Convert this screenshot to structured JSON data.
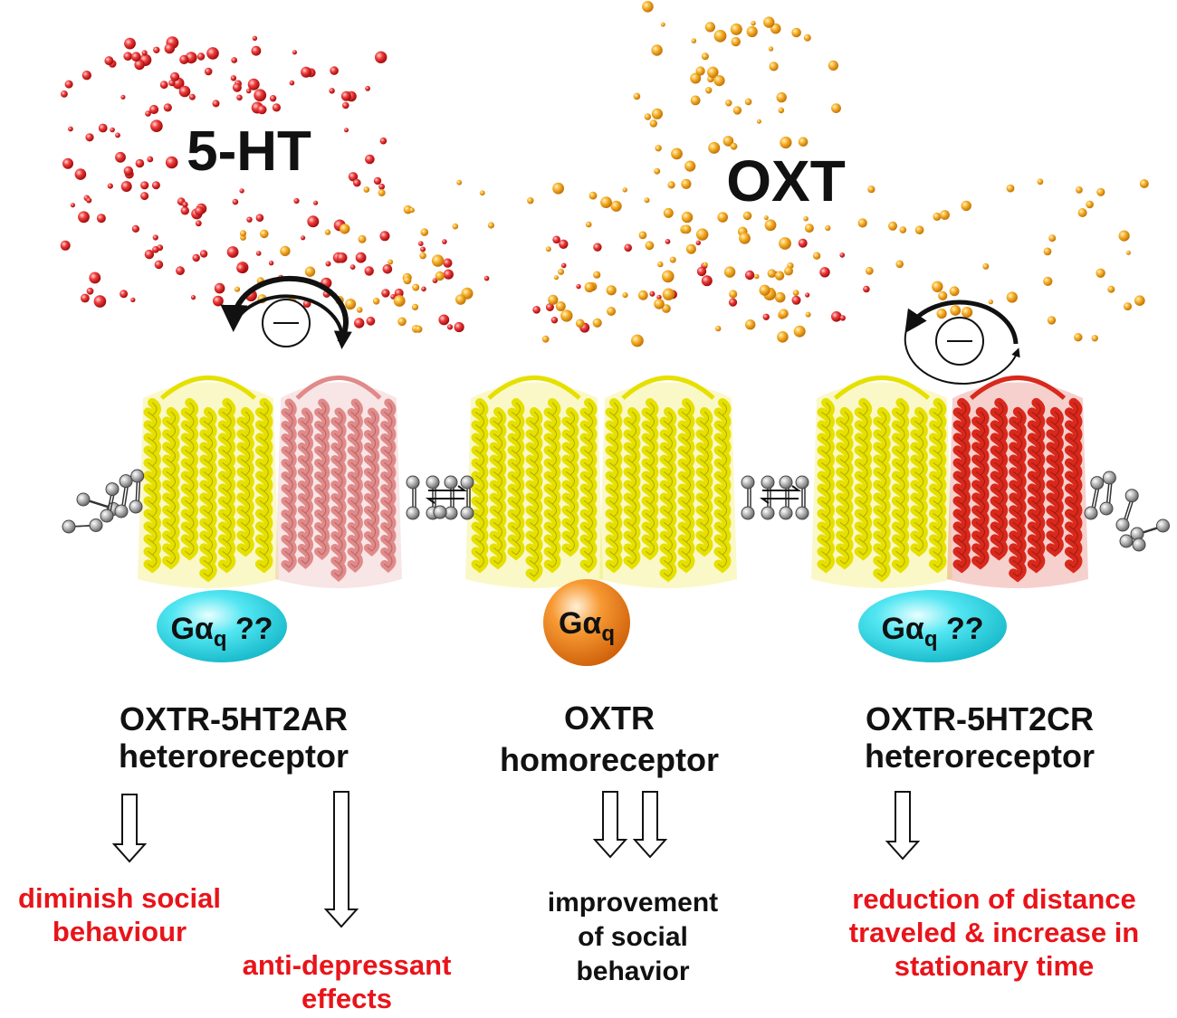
{
  "ligands": {
    "serotonin": "5-HT",
    "oxytocin": "OXT"
  },
  "g_protein": {
    "left": {
      "symbol": "Gα",
      "subscript": "q",
      "suffix": " ??"
    },
    "center": {
      "symbol": "Gα",
      "subscript": "q",
      "suffix": ""
    },
    "right": {
      "symbol": "Gα",
      "subscript": "q",
      "suffix": " ??"
    }
  },
  "receptors": {
    "left": {
      "line1": "OXTR-5HT2AR",
      "line2": "heteroreceptor"
    },
    "center": {
      "line1": "OXTR",
      "line2": "homoreceptor"
    },
    "right": {
      "line1": "OXTR-5HT2CR",
      "line2": "heteroreceptor"
    }
  },
  "effects": {
    "left_a": [
      "diminish social",
      "behaviour"
    ],
    "left_b": [
      "anti-depressant",
      "effects"
    ],
    "center": [
      "improvement",
      "of social",
      "behavior"
    ],
    "right": [
      "reduction of distance",
      "traveled & increase in",
      "stationary time"
    ]
  },
  "colors": {
    "serotonin_dot": "#e8242a",
    "oxytocin_dot": "#f5a81c",
    "oxtr_helix": "#e6e000",
    "ht2a_helix": "#e08a8a",
    "ht2c_helix": "#d8291c",
    "g_unknown": "#2fd8e8",
    "g_known": "#f58a1c",
    "effect_red": "#e8141a",
    "text_black": "#111111"
  },
  "icons": {
    "inhibition": "circle-minus-icon",
    "feedback": "circular-arrows-icon",
    "equilibrium": "equilibrium-arrows-icon",
    "lipid": "lipid-molecule-icon",
    "downstream": "hollow-down-arrow-icon"
  }
}
